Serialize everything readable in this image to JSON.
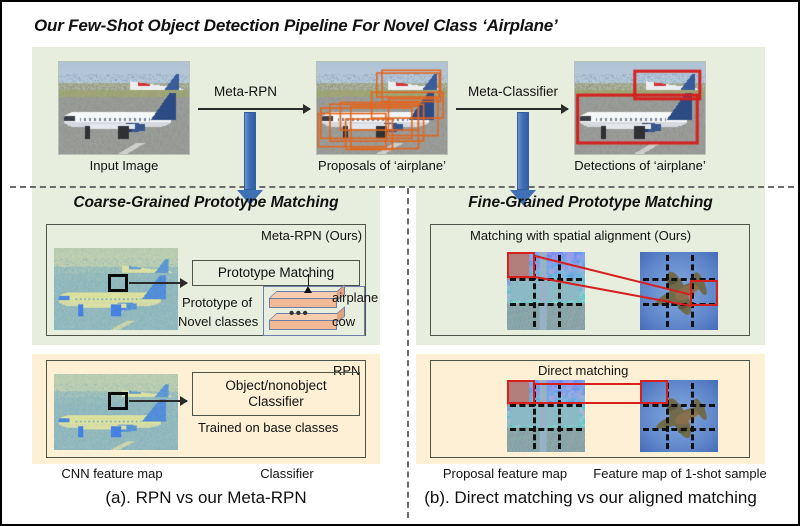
{
  "figure": {
    "title": "Our Few-Shot Object Detection Pipeline For Novel Class ‘Airplane’",
    "colors": {
      "panel_green": "#e8eedd",
      "panel_beige": "#fdf0d5",
      "arrow_blue": "#3f6fb5",
      "proposal_orange": "#e2661f",
      "detection_red": "#d61f1f",
      "prototype_fill": "#f2b995",
      "frame_gray": "#4d544a"
    }
  },
  "pipeline": {
    "steps": [
      {
        "caption": "Input Image"
      },
      {
        "caption": "Proposals of ‘airplane’"
      },
      {
        "caption": "Detections of ‘airplane’"
      }
    ],
    "arrows": [
      {
        "label": "Meta-RPN"
      },
      {
        "label": "Meta-Classifier"
      }
    ]
  },
  "left_section": {
    "heading": "Coarse-Grained Prototype Matching",
    "ours_box": {
      "title": "Meta-RPN (Ours)",
      "module": "Prototype Matching",
      "prototype_label_line1": "Prototype of",
      "prototype_label_line2": "Novel classes",
      "prototype_classes": [
        "airplane",
        "cow"
      ],
      "prototype_ellipsis": "•••"
    },
    "baseline_box": {
      "title": "RPN",
      "module_line1": "Object/nonobject",
      "module_line2": "Classifier",
      "footnote": "Trained on base classes"
    },
    "under_labels": [
      "CNN feature map",
      "Classifier"
    ],
    "subcaption": "(a). RPN vs our Meta-RPN"
  },
  "right_section": {
    "heading": "Fine-Grained Prototype Matching",
    "ours_box": {
      "title": "Matching with spatial alignment (Ours)"
    },
    "baseline_box": {
      "title": "Direct matching"
    },
    "under_labels": [
      "Proposal feature map",
      "Feature map of 1-shot sample"
    ],
    "subcaption": "(b). Direct matching vs our aligned matching"
  }
}
